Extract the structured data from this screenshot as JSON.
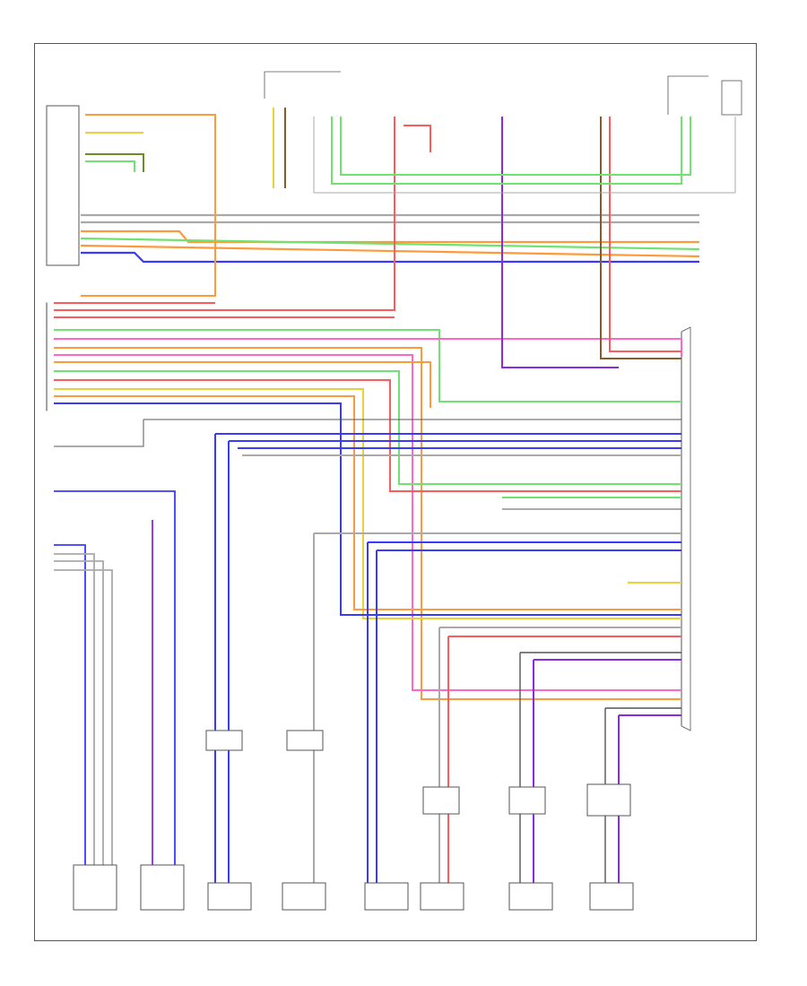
{
  "footer": {
    "figure_number": ""
  },
  "components": [
    {
      "id": "front-lamp-1",
      "label": ""
    },
    {
      "id": "front-lamp-2",
      "label": ""
    },
    {
      "id": "front-lamp-3",
      "label": ""
    },
    {
      "id": "front-lamp-4",
      "label": ""
    },
    {
      "id": "front-lamp-5",
      "label": ""
    },
    {
      "id": "front-lamp-6",
      "label": ""
    },
    {
      "id": "control-unit-1",
      "label": ""
    },
    {
      "id": "control-unit-2",
      "label": ""
    }
  ],
  "colors": {
    "red": "#ff5a5a",
    "orange": "#ff9a3c",
    "yellow": "#e6d33a",
    "green": "#6fe36f",
    "blue": "#3a3aff",
    "purple": "#8a2be2",
    "pink": "#ff66cc",
    "brown": "#8b5a2b",
    "gray": "#a9a9a9",
    "olive": "#6b8e23",
    "black": "#222222"
  }
}
